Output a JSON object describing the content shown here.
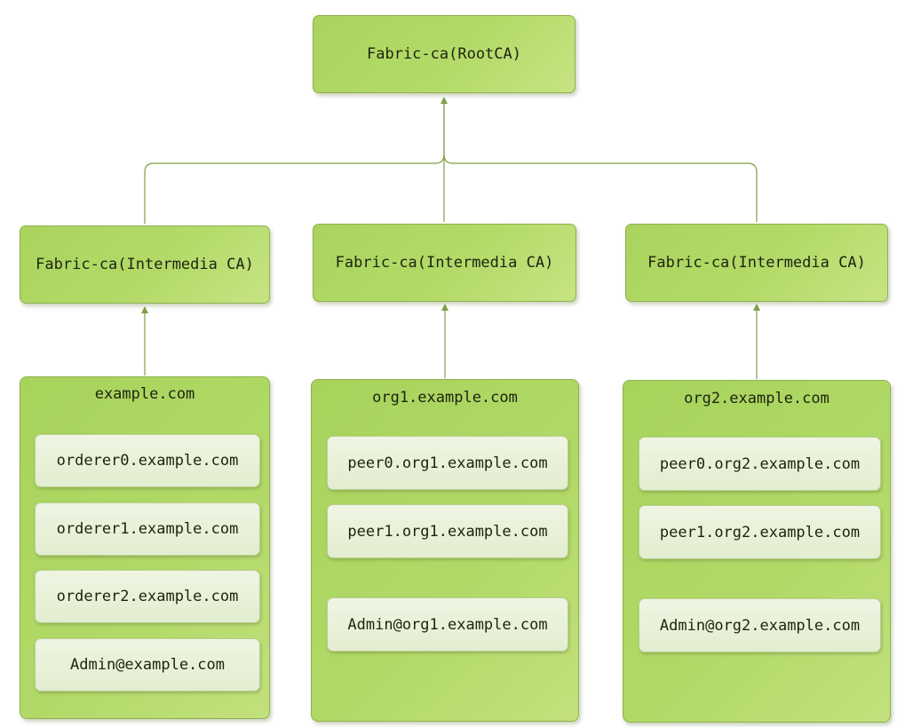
{
  "root": {
    "label": "Fabric-ca(RootCA)"
  },
  "intermediates": [
    {
      "label": "Fabric-ca(Intermedia CA)"
    },
    {
      "label": "Fabric-ca(Intermedia CA)"
    },
    {
      "label": "Fabric-ca(Intermedia CA)"
    }
  ],
  "groups": [
    {
      "title": "example.com",
      "members": [
        "orderer0.example.com",
        "orderer1.example.com",
        "orderer2.example.com",
        "Admin@example.com"
      ]
    },
    {
      "title": "org1.example.com",
      "members": [
        "peer0.org1.example.com",
        "peer1.org1.example.com",
        "Admin@org1.example.com"
      ]
    },
    {
      "title": "org2.example.com",
      "members": [
        "peer0.org2.example.com",
        "peer1.org2.example.com",
        "Admin@org2.example.com"
      ]
    }
  ],
  "colors": {
    "box_fill": "#b3da68",
    "member_fill": "#e9f1dc",
    "connector": "#7f9f45"
  }
}
